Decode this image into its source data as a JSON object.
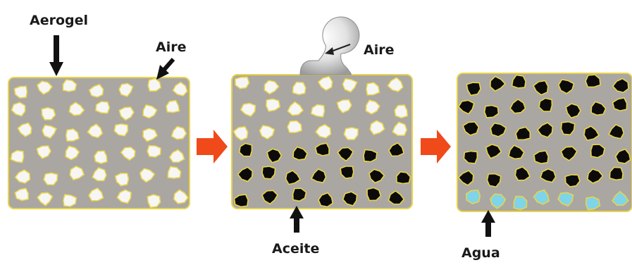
{
  "labels": {
    "aerogel": "Aerogel",
    "air_panel1": "Aire",
    "air_panel2": "Aire",
    "oil": "Aceite",
    "water": "Agua"
  },
  "colors": {
    "matrix": "#aaa6a2",
    "border": "#e8d44a",
    "air_pore": "#f6f6f4",
    "oil_pore": "#0b0b0b",
    "water_pore": "#7fd4e8",
    "process_arrow": "#f04a1a",
    "pointer_arrow": "#111111"
  },
  "panels": [
    {
      "name": "panel-aerogel-air",
      "fill": [
        "air",
        "air",
        "air",
        "air",
        "air",
        "air"
      ]
    },
    {
      "name": "panel-oil-absorbed",
      "fill": [
        "air",
        "air",
        "air",
        "oil",
        "oil",
        "oil"
      ]
    },
    {
      "name": "panel-water-added",
      "fill": [
        "oil",
        "oil",
        "oil",
        "oil",
        "oil",
        "water"
      ]
    }
  ],
  "icons": [
    "down-arrow-icon",
    "diagonal-arrow-icon",
    "up-arrow-icon",
    "process-arrow-icon",
    "air-bubble-icon"
  ]
}
